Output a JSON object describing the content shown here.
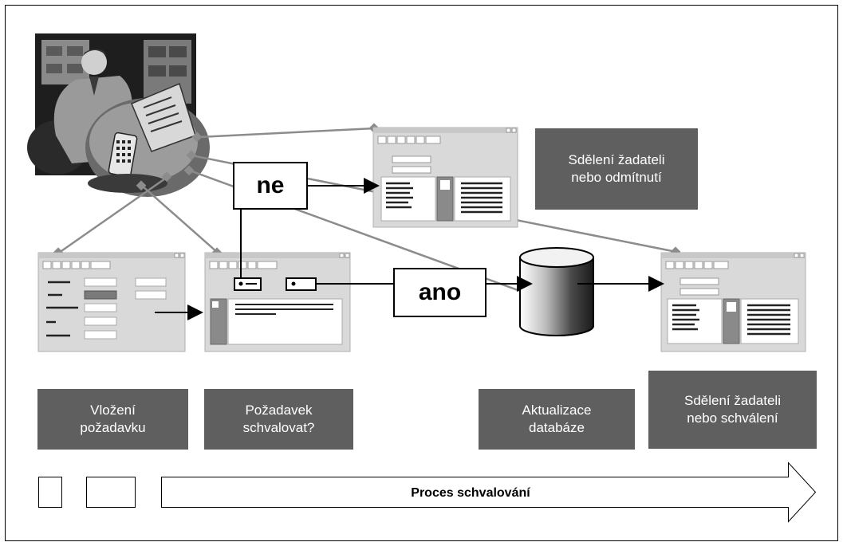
{
  "decision_no": "ne",
  "decision_yes": "ano",
  "labels": {
    "reject_notice": "Sdělení žadateli\nnebo odmítnutí",
    "insert_request": "Vložení\npožadavku",
    "approve_question": "Požadavek\nschvalovat?",
    "db_update": "Aktualizace\ndatabáze",
    "approve_notice": "Sdělení žadateli\nnebo schválení"
  },
  "process_arrow": "Proces schvalování",
  "colors": {
    "label_bg": "#5f5f5f",
    "window_bg": "#d9d9d9",
    "connector": "#8c8c8c",
    "arrow": "#000000"
  }
}
